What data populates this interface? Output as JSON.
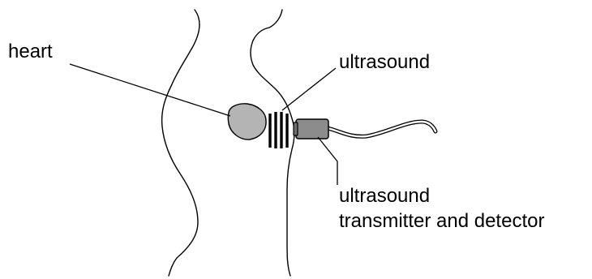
{
  "labels": {
    "heart": "heart",
    "ultrasound": "ultrasound",
    "probe_line1": "ultrasound",
    "probe_line2": "transmitter and detector"
  },
  "colors": {
    "heart_fill": "#b4b4b4",
    "probe_fill": "#8c8c8c",
    "line": "#000000"
  }
}
